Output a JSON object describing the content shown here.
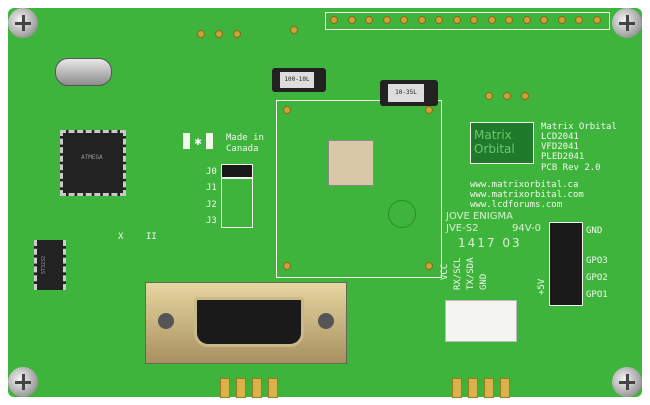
{
  "board": {
    "color": "#3fb43c",
    "made_in": "Made in",
    "canada": "Canada",
    "jumpers": [
      "J0",
      "J1",
      "J2",
      "J3"
    ],
    "labels_x": "X",
    "labels_ii": "II",
    "logo_line1": "Matrix",
    "logo_line2": "Orbital",
    "brand": "Matrix Orbital",
    "models": [
      "LCD2041",
      "VFD2041",
      "PLED2041"
    ],
    "rev": "PCB Rev 2.0",
    "urls": [
      "www.matrixorbital.ca",
      "www.matrixorbital.com",
      "www.lcdforums.com"
    ],
    "maker": "JOVE ENIGMA",
    "maker_code": "JVE-S2",
    "ul_rating": "94V-0",
    "date_code": "1417 03",
    "connector_pins": [
      "VCC",
      "RX/SCL",
      "TX/SDA",
      "GND"
    ],
    "plus5v": "+5V",
    "gpo_labels": [
      "GND",
      "GPO3",
      "GPO2",
      "GPO1"
    ],
    "cap1": "100-10L",
    "cap2": "10-35L",
    "mcu": "ATMEGA",
    "ic2": "ST3232"
  }
}
